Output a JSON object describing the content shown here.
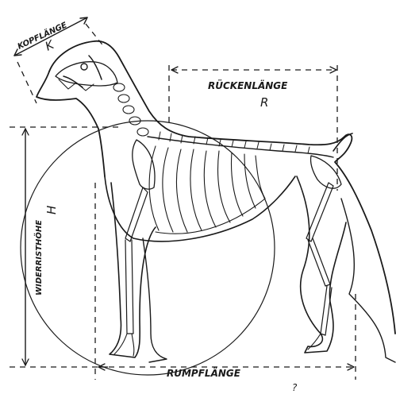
{
  "diagram": {
    "labels": {
      "head_length": "KOPFLÄNGE",
      "head_symbol": "K",
      "back_length": "RÜCKENLÄNGE",
      "back_symbol": "R",
      "withers_height": "WIDERRISTHÖHE",
      "withers_symbol": "H",
      "body_length": "RUMPFLÄNGE",
      "stray_mark": "?"
    }
  }
}
